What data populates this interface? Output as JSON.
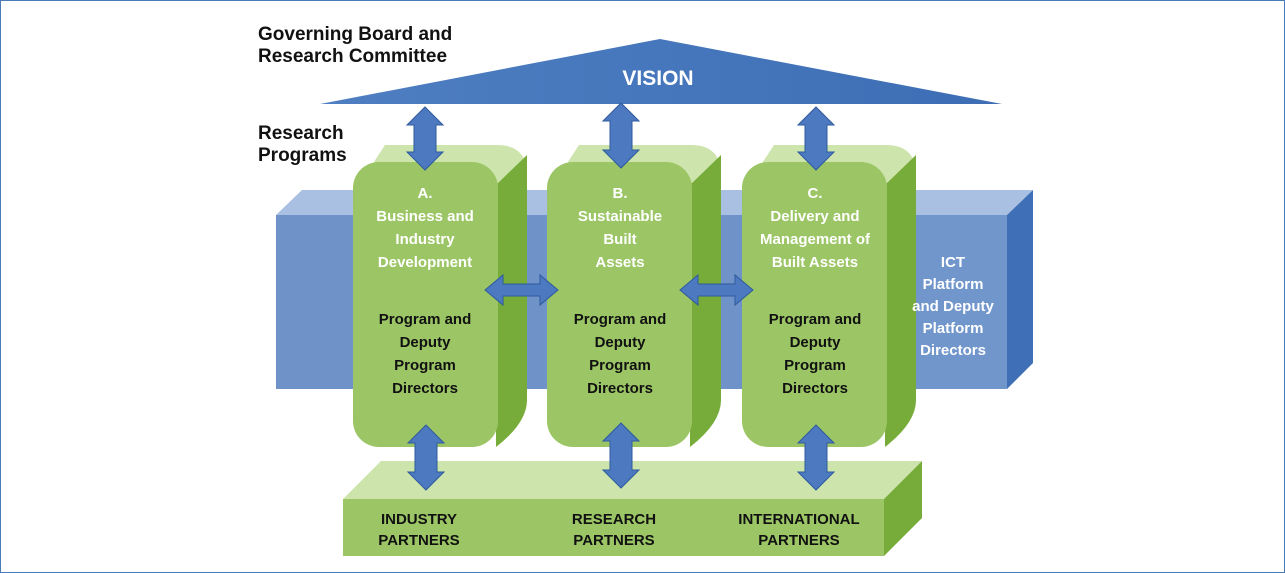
{
  "header": {
    "governing_line1": "Governing Board and",
    "governing_line2": "Research Committee",
    "vision": "VISION",
    "research_line1": "Research",
    "research_line2": "Programs"
  },
  "programs": [
    {
      "title_lines": [
        "A.",
        "Business and",
        "Industry",
        "Development"
      ],
      "director_lines": [
        "Program and",
        "Deputy",
        "Program",
        "Directors"
      ]
    },
    {
      "title_lines": [
        "B.",
        "Sustainable",
        "Built",
        "Assets"
      ],
      "director_lines": [
        "Program and",
        "Deputy",
        "Program",
        "Directors"
      ]
    },
    {
      "title_lines": [
        "C.",
        "Delivery and",
        "Management of",
        "Built Assets"
      ],
      "director_lines": [
        "Program and",
        "Deputy",
        "Program",
        "Directors"
      ]
    }
  ],
  "ict_platform": {
    "lines": [
      "ICT",
      "Platform",
      "and Deputy",
      "Platform",
      "Directors"
    ]
  },
  "partners": [
    {
      "lines": [
        "INDUSTRY",
        "PARTNERS"
      ]
    },
    {
      "lines": [
        "RESEARCH",
        "PARTNERS"
      ]
    },
    {
      "lines": [
        "INTERNATIONAL",
        "PARTNERS"
      ]
    }
  ],
  "colors": {
    "blue_dark": "#3f6fb6",
    "blue_mid": "#6f93c9",
    "blue_light": "#a9c0e2",
    "green_front": "#9cc666",
    "green_top": "#cde4ac",
    "green_side": "#78ac3a",
    "arrow_blue": "#4c79bf"
  }
}
